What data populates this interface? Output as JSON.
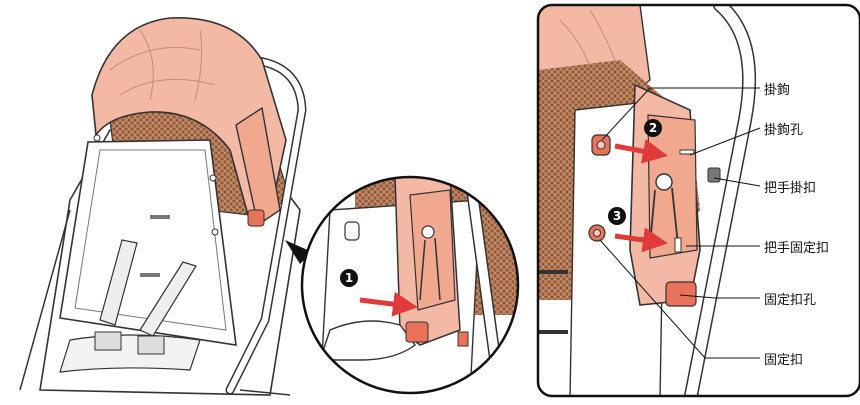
{
  "colors": {
    "canopy": "#f3b9a4",
    "canopy_edge": "#d9866b",
    "mesh": "#b9774f",
    "frame": "#cfcfcf",
    "arrow": "#e03a3a",
    "buckle": "#e8735a"
  },
  "steps": [
    "1",
    "2",
    "3"
  ],
  "labels": {
    "hook": "掛鉤",
    "hook_hole": "掛鉤孔",
    "handle_hook": "把手掛扣",
    "handle_fixing_buckle": "把手固定扣",
    "fixing_buckle_hole": "固定扣孔",
    "fixing_buckle": "固定扣"
  }
}
